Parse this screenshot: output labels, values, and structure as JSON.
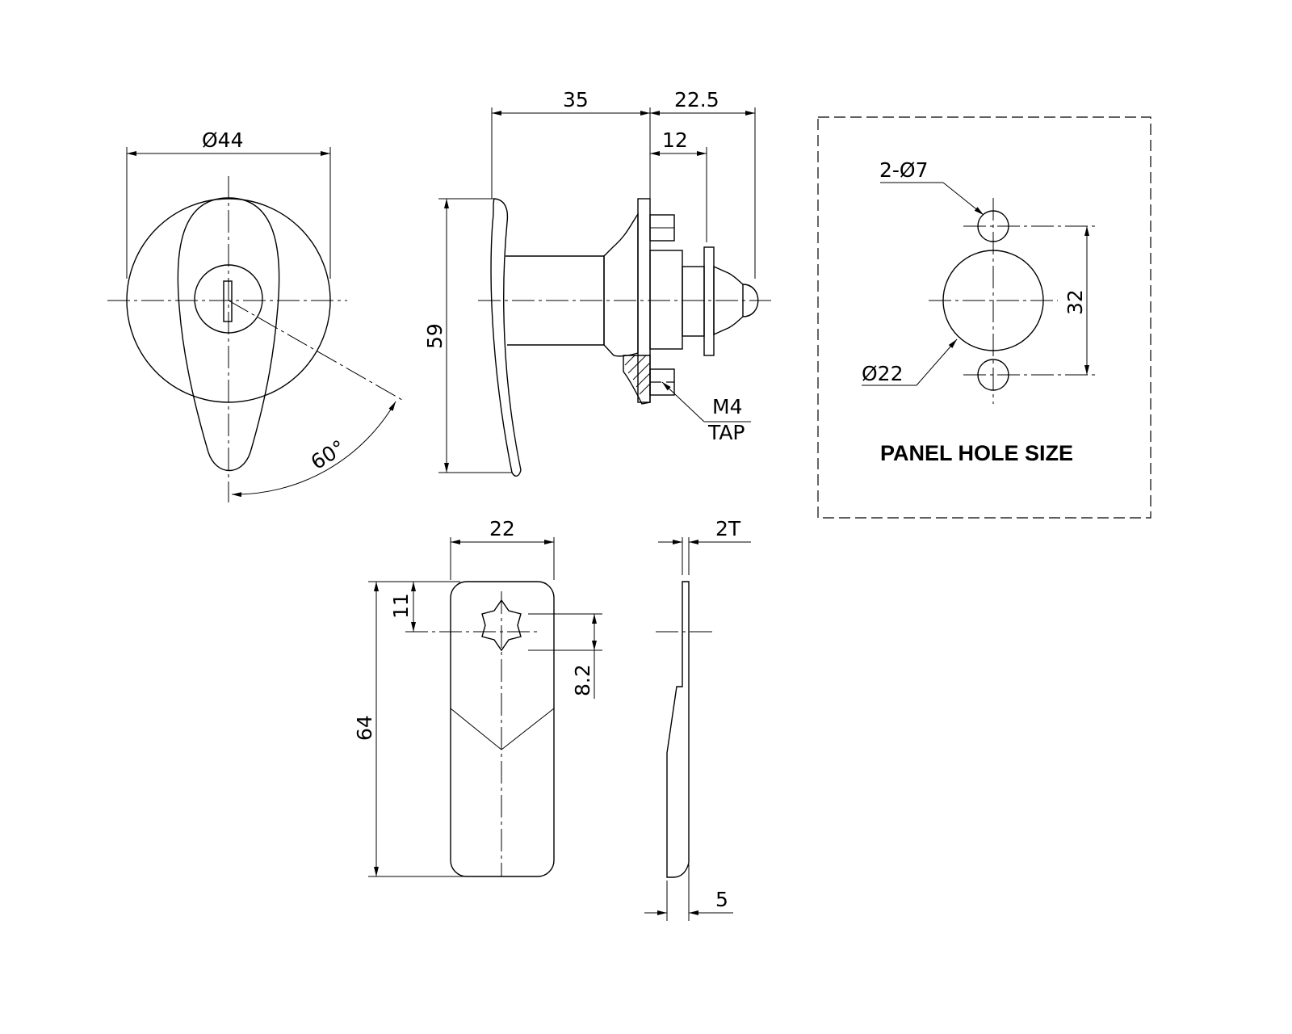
{
  "front_view": {
    "diameter": "Ø44",
    "angle": "60°"
  },
  "side_view": {
    "length_total": "35",
    "length_right": "22.5",
    "length_small": "12",
    "height": "59",
    "thread": "M4",
    "thread_note": "TAP"
  },
  "panel": {
    "holes_small": "2-Ø7",
    "hole_large": "Ø22",
    "spacing": "32",
    "title": "PANEL HOLE SIZE"
  },
  "cam_front": {
    "width": "22",
    "height": "64",
    "offset_top": "11",
    "square": "8.2"
  },
  "cam_side": {
    "thickness": "2T",
    "bend": "5"
  }
}
